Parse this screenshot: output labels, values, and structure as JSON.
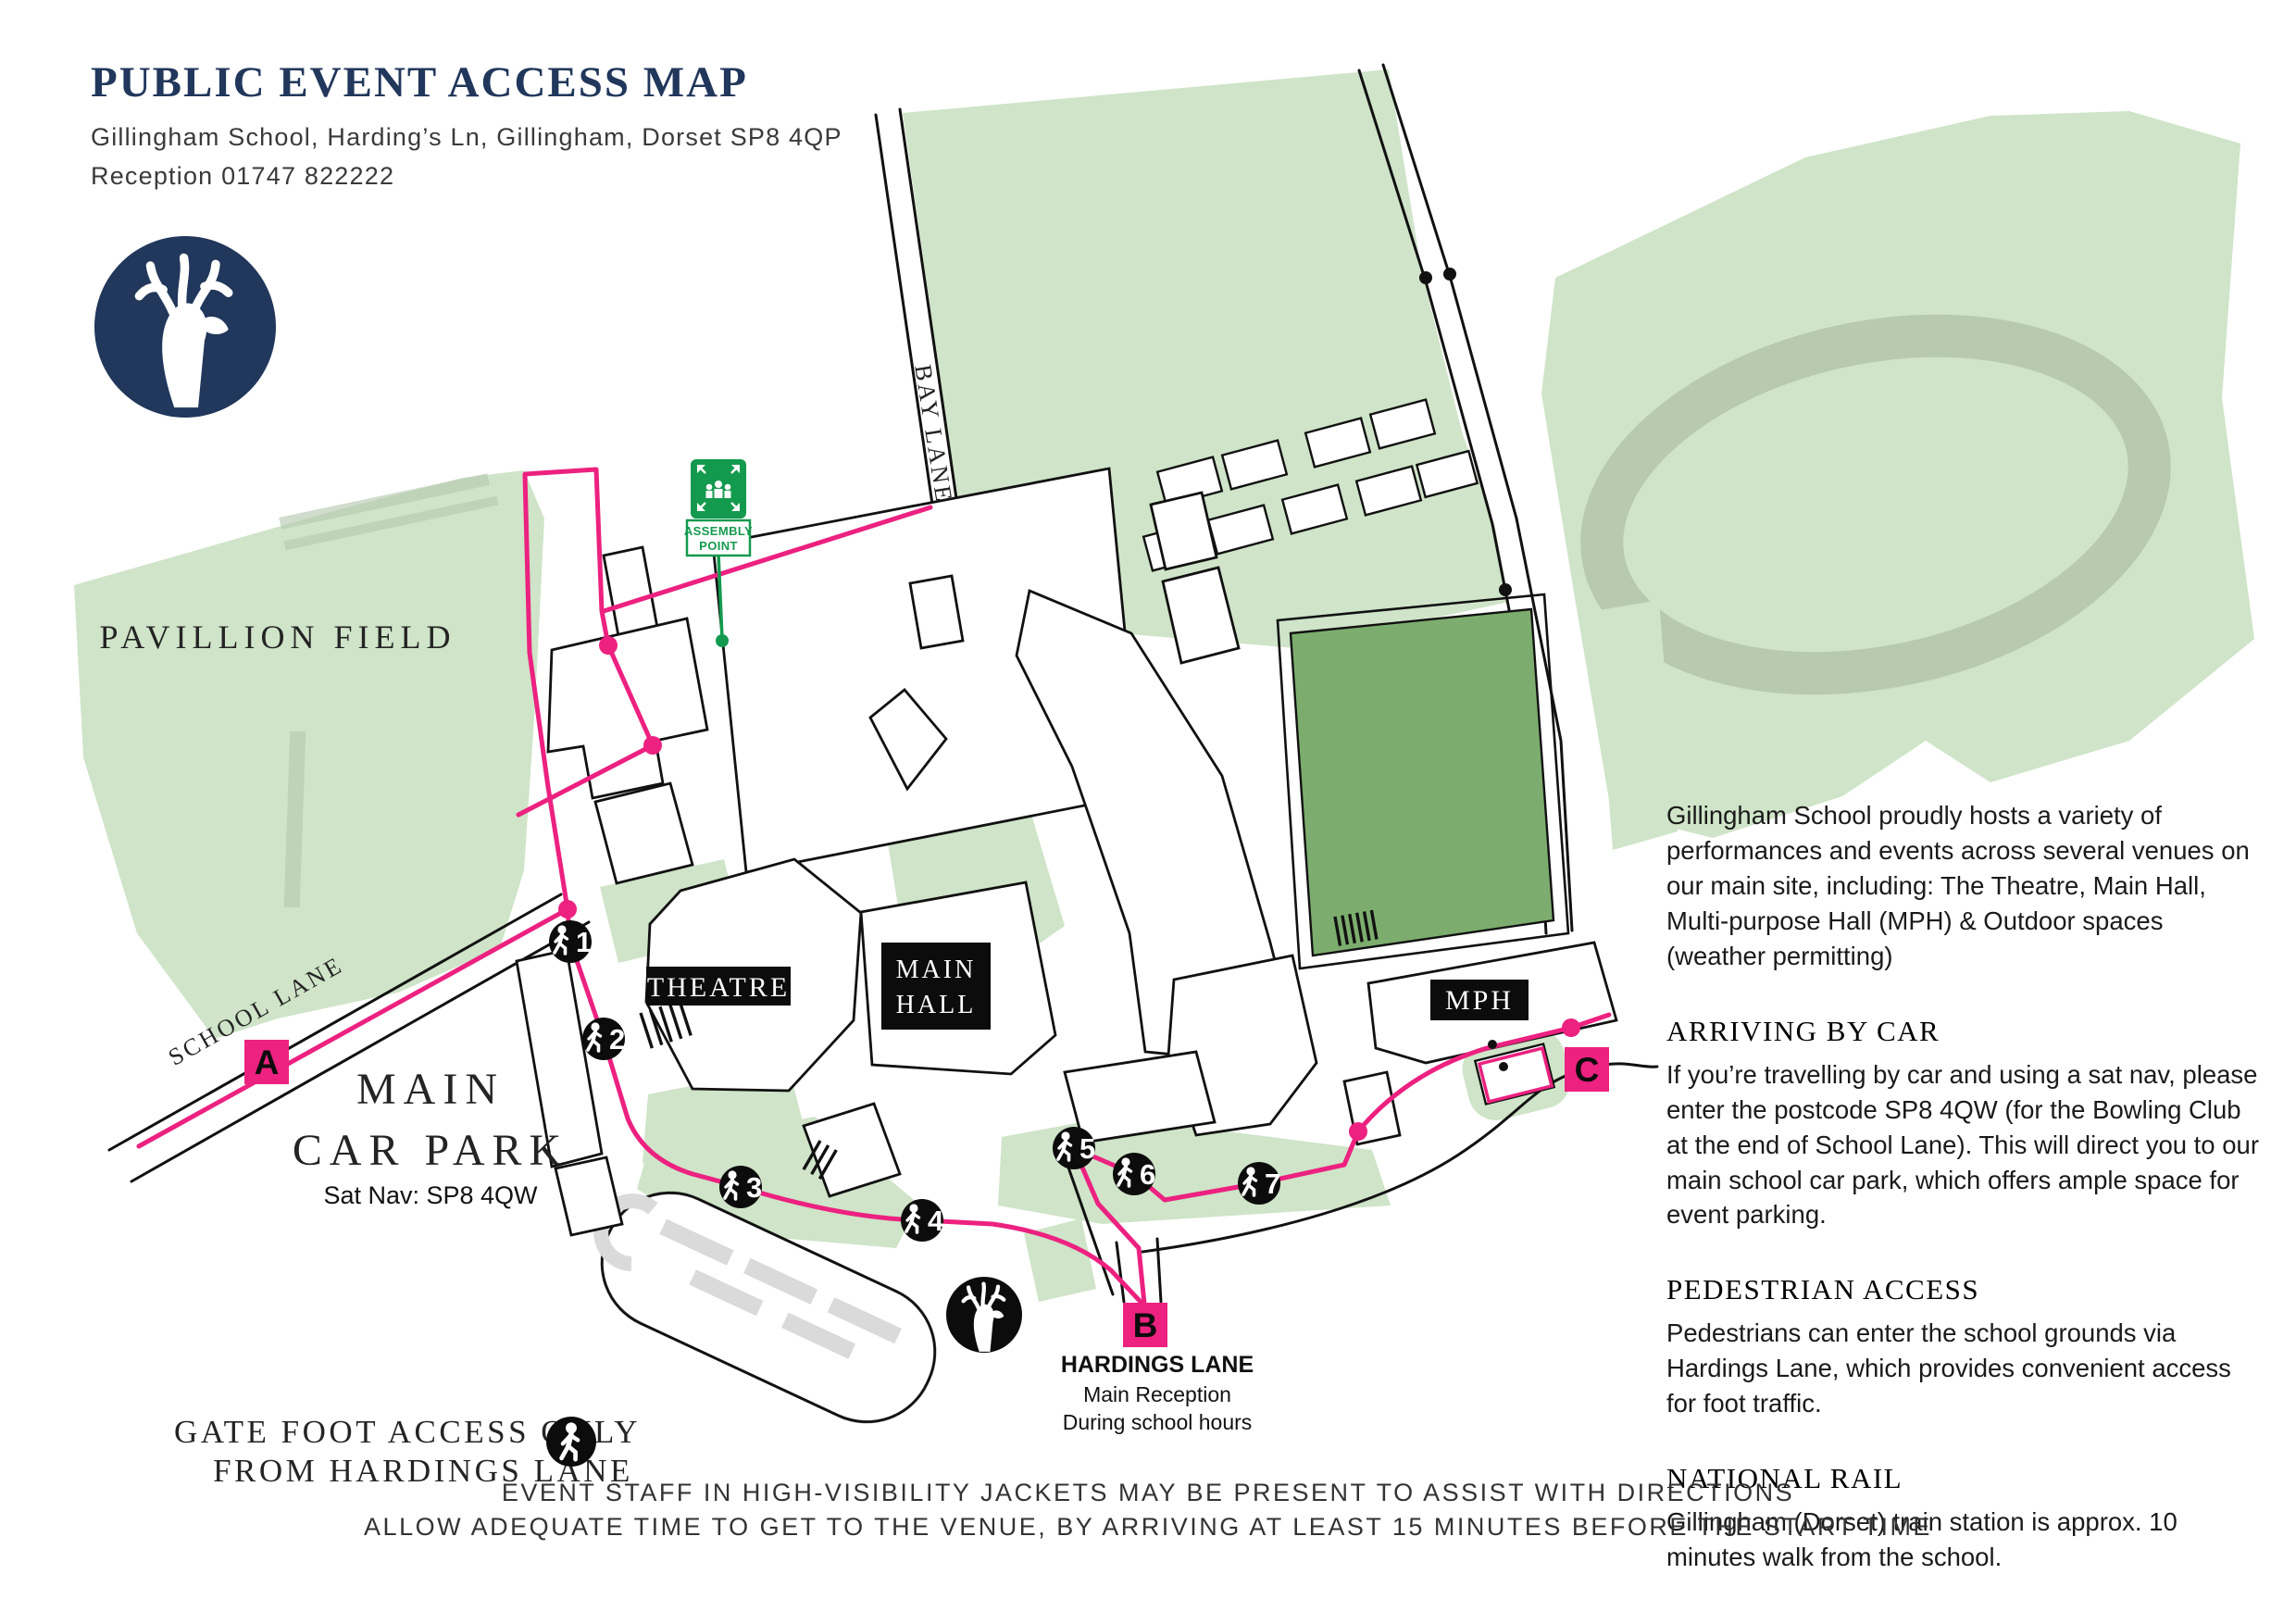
{
  "theme": {
    "pink": "#EC2180",
    "navy": "#21375B",
    "green_light": "#CFE4C8",
    "green_mid": "#B7C9B1",
    "green_dark": "#7CAD6E",
    "sign_green": "#149A4E",
    "gray_parking": "#DADADA",
    "ink": "#111111",
    "text": "#3A3A3A"
  },
  "header": {
    "title": "PUBLIC EVENT ACCESS MAP",
    "address": "Gillingham School, Harding’s Ln, Gillingham, Dorset SP8 4QP",
    "phone_line": "Reception 01747 822222"
  },
  "map": {
    "labels": {
      "pavillion_field": "PAVILLION FIELD",
      "school_lane": "SCHOOL LANE",
      "bay_lane": "BAY LANE",
      "car_park_line1": "MAIN",
      "car_park_line2": "CAR PARK",
      "car_park_satnav": "Sat Nav: SP8 4QW",
      "theatre": "THEATRE",
      "main_hall_line1": "MAIN",
      "main_hall_line2": "HALL",
      "mph": "MPH",
      "gate_foot_line1": "GATE FOOT ACCESS ONLY",
      "gate_foot_line2": "FROM HARDINGS LANE",
      "hardings_lane": "HARDINGS LANE",
      "hardings_sub1": "Main Reception",
      "hardings_sub2": "During school hours"
    },
    "assembly_sign": {
      "line1": "ASSEMBLY",
      "line2": "POINT"
    },
    "entrance_markers": [
      {
        "letter": "A"
      },
      {
        "letter": "B"
      },
      {
        "letter": "C"
      }
    ],
    "route_markers": [
      {
        "number": "1"
      },
      {
        "number": "2"
      },
      {
        "number": "3"
      },
      {
        "number": "4"
      },
      {
        "number": "5"
      },
      {
        "number": "6"
      },
      {
        "number": "7"
      }
    ],
    "icons": [
      "stag-logo-icon",
      "assembly-point-icon",
      "walker-icon"
    ]
  },
  "info_panel": {
    "intro": "Gillingham School proudly hosts a variety of performances and events across several venues on our main site, including: The Theatre, Main Hall, Multi-purpose Hall (MPH) & Outdoor spaces (weather permitting)",
    "sections": [
      {
        "heading": "ARRIVING BY CAR",
        "body": "If you’re travelling by car and using a sat nav, please enter the postcode SP8 4QW (for the Bowling Club at the end of School Lane). This will direct you to our main school car park, which offers ample space for event parking."
      },
      {
        "heading": "PEDESTRIAN ACCESS",
        "body": "Pedestrians can enter the school grounds via Hardings Lane, which provides convenient access for foot traffic."
      },
      {
        "heading": "NATIONAL RAIL",
        "body": "Gillingham (Dorset) train station is approx. 10 minutes walk from the school."
      }
    ]
  },
  "footer": {
    "line1": "EVENT STAFF IN HIGH-VISIBILITY JACKETS MAY BE PRESENT TO ASSIST WITH DIRECTIONS",
    "line2": "ALLOW ADEQUATE TIME TO GET TO THE VENUE, BY ARRIVING AT LEAST 15 MINUTES BEFORE THE START TIME"
  }
}
